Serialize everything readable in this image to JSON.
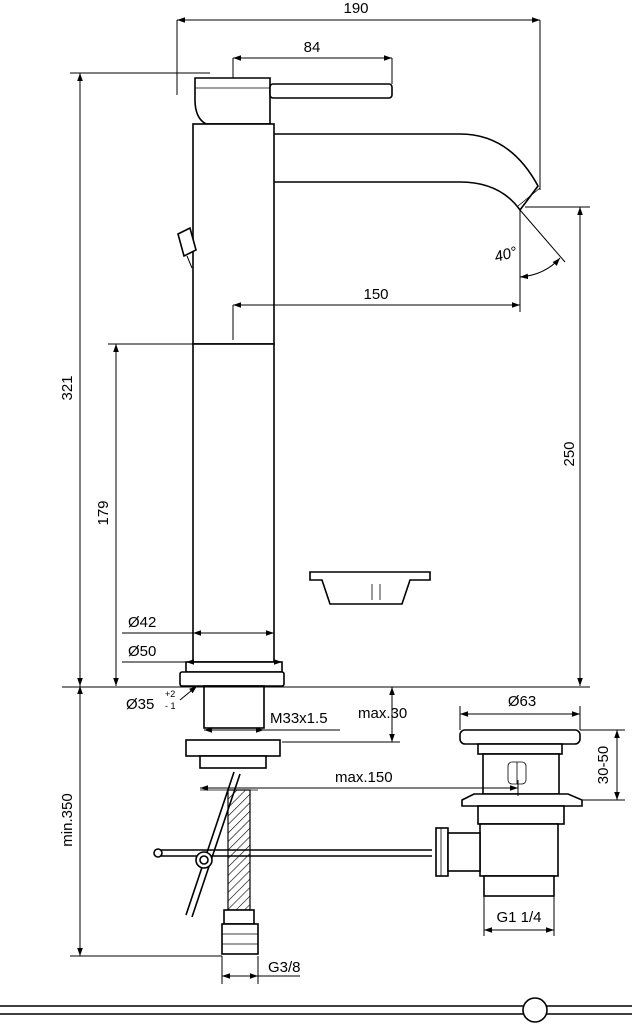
{
  "dimensions": {
    "total_width": "190",
    "lever_length": "84",
    "spout_reach": "150",
    "angle": "40°",
    "total_height": "321",
    "spout_height": "250",
    "body_height": "179",
    "diameter_body": "Ø42",
    "diameter_base": "Ø50",
    "hole_diameter": "Ø35",
    "hole_tolerance_plus": "+2",
    "hole_tolerance_minus": "- 1",
    "thread": "M33x1.5",
    "max_deck": "max.30",
    "max_rod": "max.150",
    "min_hose": "min.350",
    "hose_thread": "G3/8",
    "waste_diameter": "Ø63",
    "waste_range": "30-50",
    "waste_thread": "G1 1/4"
  }
}
